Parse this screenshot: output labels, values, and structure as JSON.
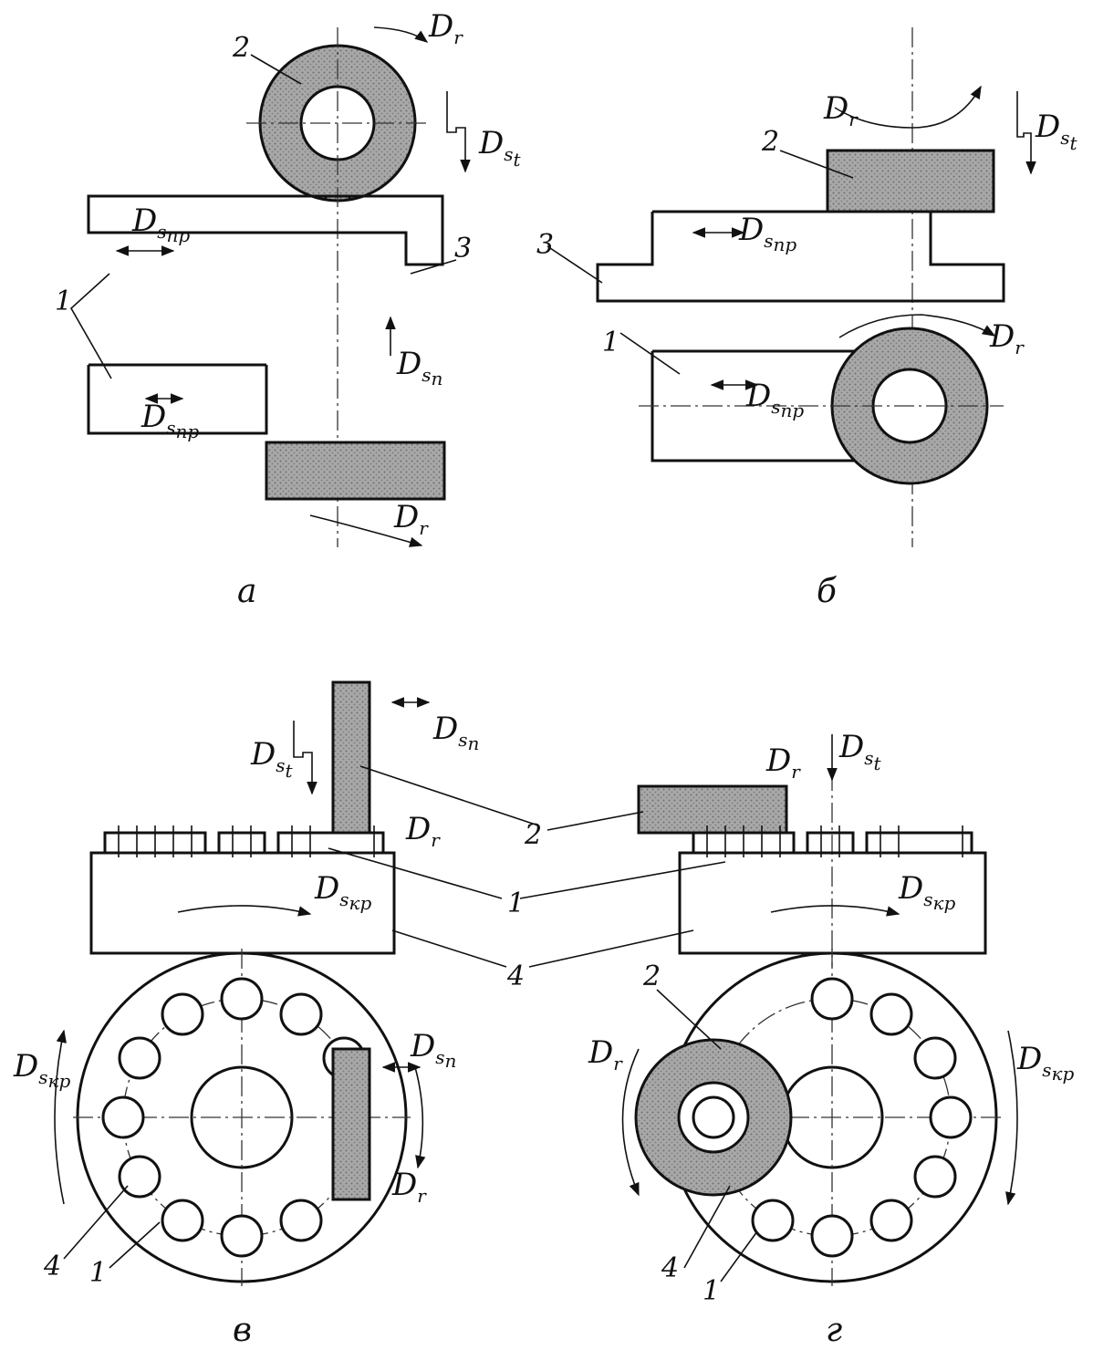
{
  "labels": {
    "Dr": "D",
    "r": "r",
    "Ds": "D",
    "st": "s",
    "t": "t",
    "pr": "пр",
    "p": "п",
    "kr": "кр",
    "n1": "1",
    "n2": "2",
    "n3": "3",
    "n4": "4"
  },
  "captions": {
    "a": "а",
    "b": "б",
    "v": "в",
    "g": "г"
  },
  "colors": {
    "ink": "#111111",
    "wheel_fill": "#9a9a9a",
    "paper": "#ffffff"
  }
}
